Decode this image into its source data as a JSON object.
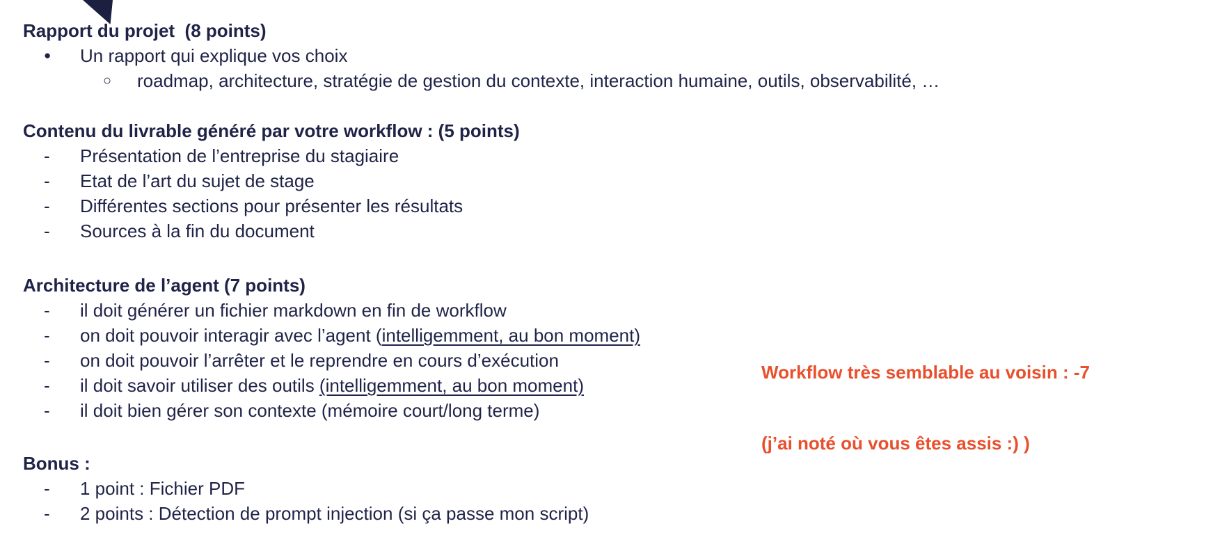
{
  "colors": {
    "text_navy": "#1f2347",
    "triangle_navy": "#1b2040",
    "annotation_orange": "#e8502d",
    "background": "#ffffff"
  },
  "sections": [
    {
      "heading": "Rapport du projet  (8 points)",
      "items": [
        {
          "marker": "bullet",
          "indent": 1,
          "parts": [
            {
              "text": "Un rapport qui explique vos choix"
            }
          ]
        },
        {
          "marker": "circle",
          "indent": 2,
          "parts": [
            {
              "text": "roadmap, architecture, stratégie de gestion du contexte, interaction humaine, outils, observabilité, …"
            }
          ]
        }
      ]
    },
    {
      "heading": "Contenu du livrable généré par votre workflow : (5 points)",
      "items": [
        {
          "marker": "dash",
          "indent": 1,
          "parts": [
            {
              "text": "Présentation de l’entreprise du stagiaire"
            }
          ]
        },
        {
          "marker": "dash",
          "indent": 1,
          "parts": [
            {
              "text": "Etat de l’art du sujet de stage"
            }
          ]
        },
        {
          "marker": "dash",
          "indent": 1,
          "parts": [
            {
              "text": "Différentes sections pour présenter les résultats"
            }
          ]
        },
        {
          "marker": "dash",
          "indent": 1,
          "parts": [
            {
              "text": "Sources à la fin du document"
            }
          ]
        }
      ]
    },
    {
      "heading": "Architecture de l’agent (7 points)",
      "items": [
        {
          "marker": "dash",
          "indent": 1,
          "parts": [
            {
              "text": "il doit générer un fichier markdown en fin de workflow"
            }
          ]
        },
        {
          "marker": "dash",
          "indent": 1,
          "parts": [
            {
              "text": "on doit pouvoir interagir avec l’agent ("
            },
            {
              "text": "intelligemment, au bon moment)",
              "underline": true
            }
          ]
        },
        {
          "marker": "dash",
          "indent": 1,
          "parts": [
            {
              "text": "on doit pouvoir l’arrêter et le reprendre en cours d’exécution"
            }
          ]
        },
        {
          "marker": "dash",
          "indent": 1,
          "parts": [
            {
              "text": "il doit savoir utiliser des outils "
            },
            {
              "text": "(intelligemment, au bon moment)",
              "underline": true
            }
          ]
        },
        {
          "marker": "dash",
          "indent": 1,
          "parts": [
            {
              "text": "il doit bien gérer son contexte (mémoire court/long terme)"
            }
          ]
        }
      ]
    },
    {
      "heading": "Bonus :",
      "items": [
        {
          "marker": "dash",
          "indent": 1,
          "parts": [
            {
              "text": "1 point : Fichier PDF"
            }
          ]
        },
        {
          "marker": "dash",
          "indent": 1,
          "parts": [
            {
              "text": "2 points : Détection de prompt injection (si ça passe mon script)"
            }
          ]
        }
      ]
    }
  ],
  "annotation": {
    "lines": [
      "Workflow très semblable au voisin : -7",
      "(j’ai noté où vous êtes assis :) )"
    ]
  }
}
